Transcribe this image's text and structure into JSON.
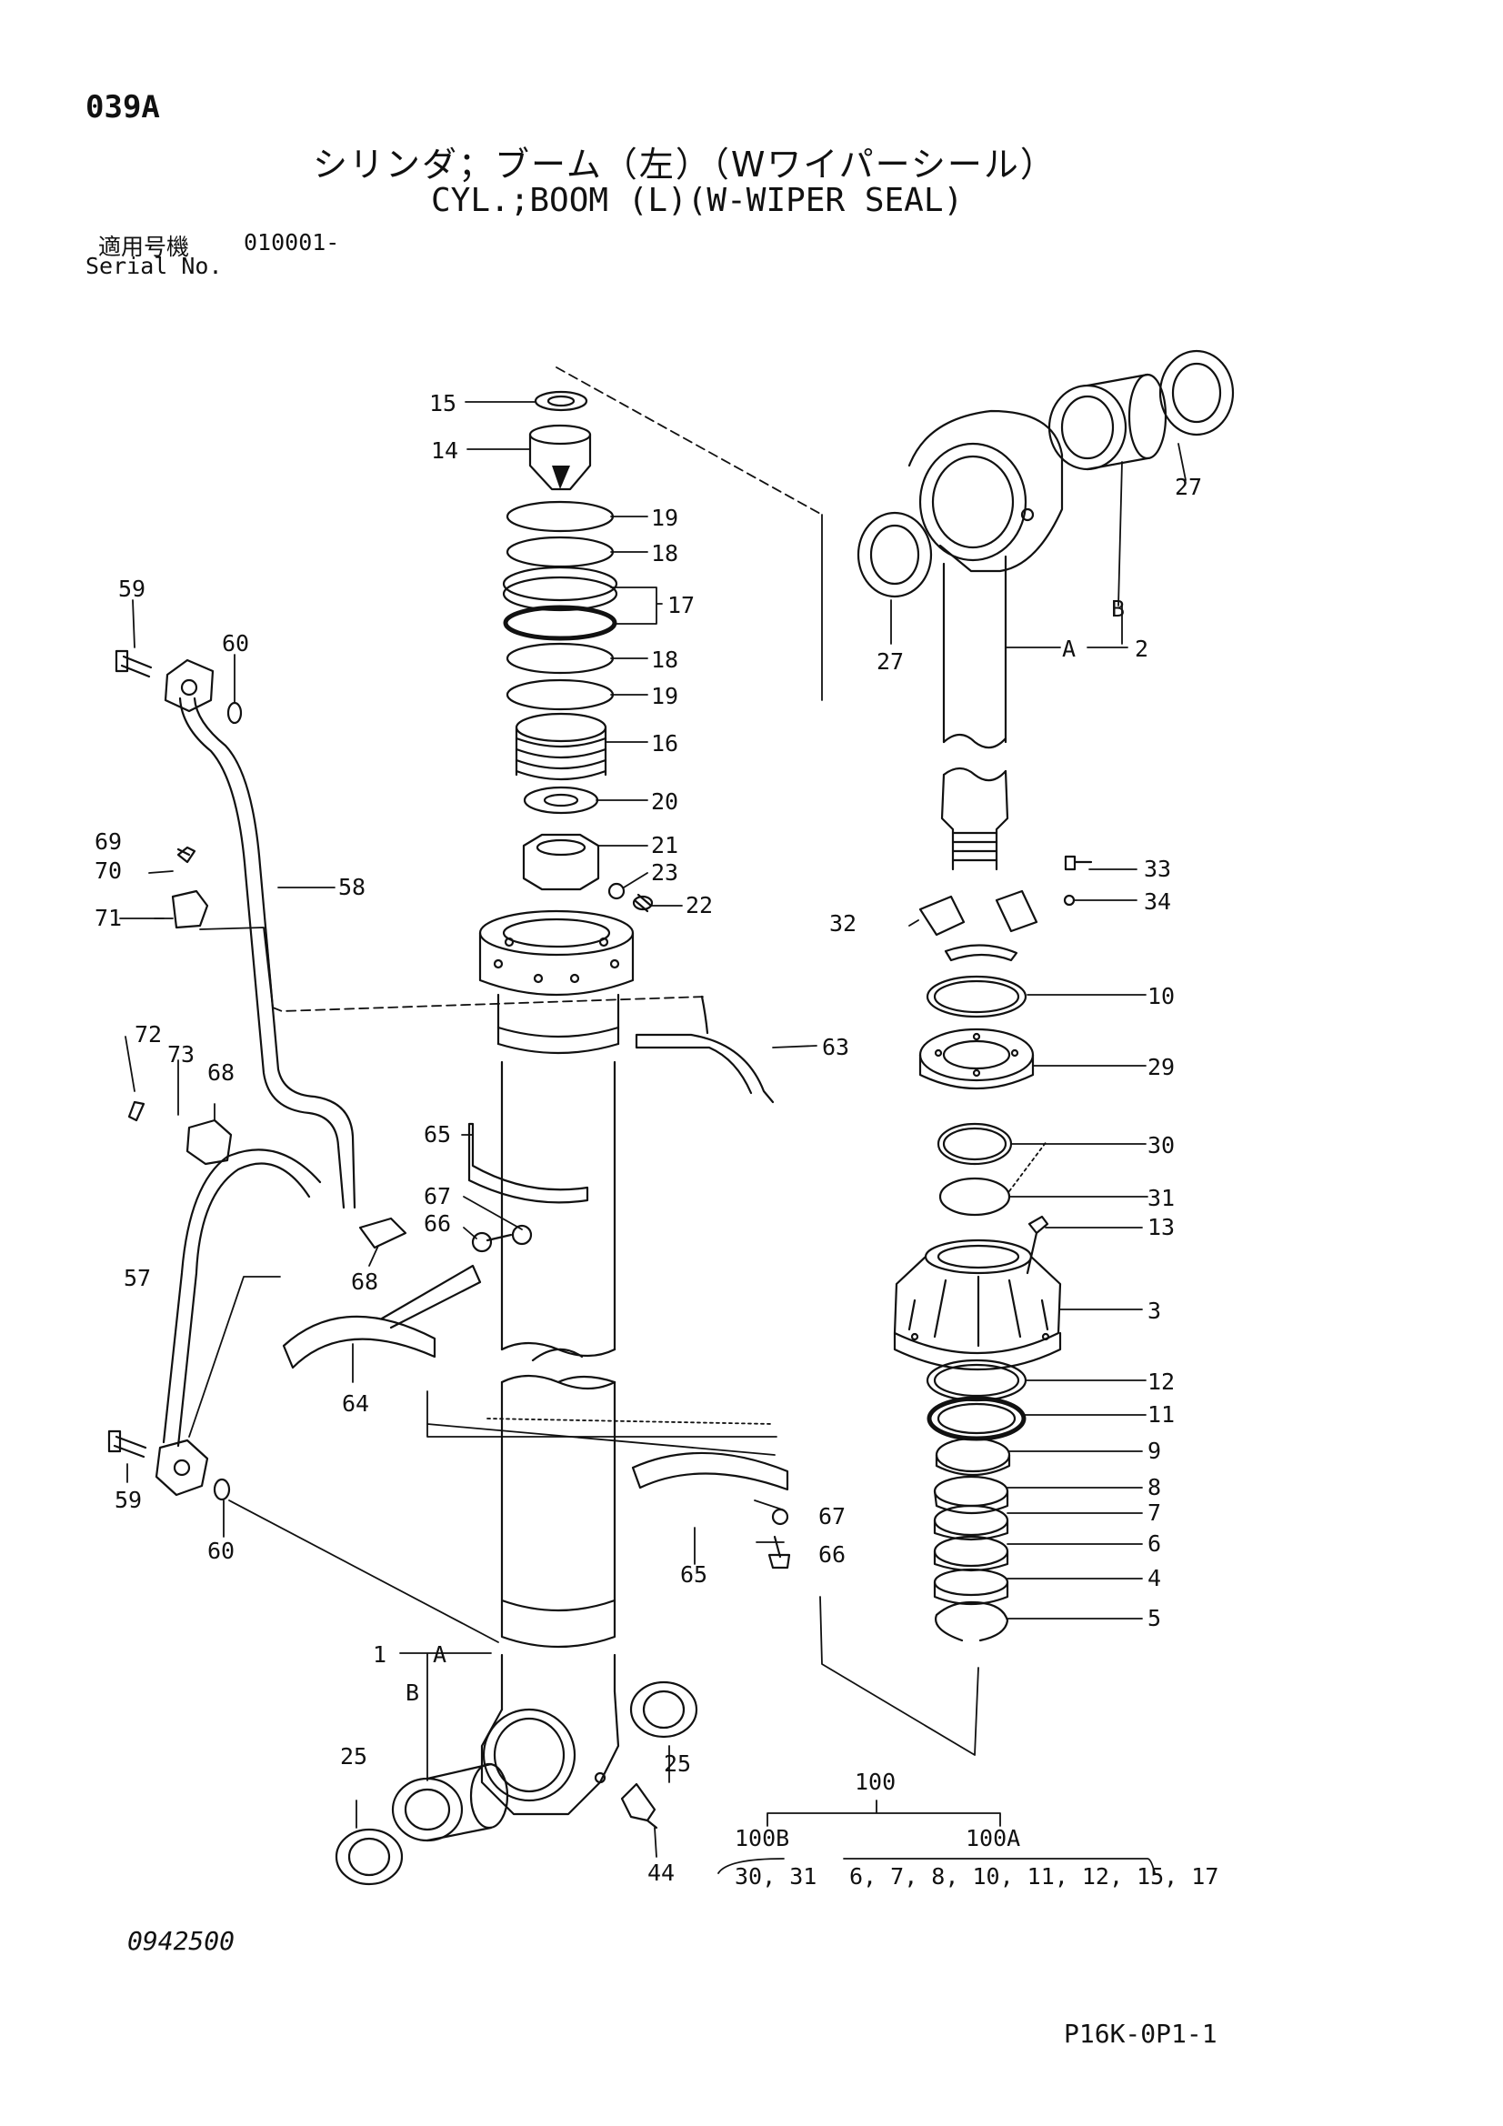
{
  "header": {
    "page_code": "039A",
    "title_ja": "シリンダ；ブーム（左）（Wワイパーシール）",
    "title_en": "CYL.;BOOM (L)(W-WIPER SEAL)",
    "serial_label_ja": "適用号機",
    "serial_value": "010001-",
    "serial_label_en": "Serial No."
  },
  "footer": {
    "drawing_number": "0942500",
    "page_reference": "P16K-0P1-1"
  },
  "callouts": {
    "p15": "15",
    "p14": "14",
    "p19a": "19",
    "p18a": "18",
    "p17": "17",
    "p18b": "18",
    "p19b": "19",
    "p16": "16",
    "p20": "20",
    "p21": "21",
    "p23": "23",
    "p22": "22",
    "p63": "63",
    "p65a": "65",
    "p67a": "67",
    "p66a": "66",
    "p68a": "68",
    "p68b": "68",
    "p72": "72",
    "p73": "73",
    "p69": "69",
    "p70": "70",
    "p71": "71",
    "p58": "58",
    "p59a": "59",
    "p60a": "60",
    "p57": "57",
    "p64": "64",
    "p59b": "59",
    "p60b": "60",
    "p65b": "65",
    "p67b": "67",
    "p66b": "66",
    "p1": "1",
    "pA1": "A",
    "pB1": "B",
    "p25a": "25",
    "p25b": "25",
    "p44": "44",
    "p27a": "27",
    "p27b": "27",
    "pB2": "B",
    "pA2": "A",
    "p2": "2",
    "p33": "33",
    "p34": "34",
    "p32": "32",
    "p10": "10",
    "p29": "29",
    "p30": "30",
    "p31": "31",
    "p13": "13",
    "p3": "3",
    "p12": "12",
    "p11": "11",
    "p9": "9",
    "p8": "8",
    "p7": "7",
    "p6": "6",
    "p4": "4",
    "p5": "5"
  },
  "kits": {
    "kit_main": "100",
    "kit_b": "100B",
    "kit_a": "100A",
    "kit_b_parts": "30, 31",
    "kit_a_parts": "6, 7, 8, 10, 11, 12, 15, 17"
  }
}
